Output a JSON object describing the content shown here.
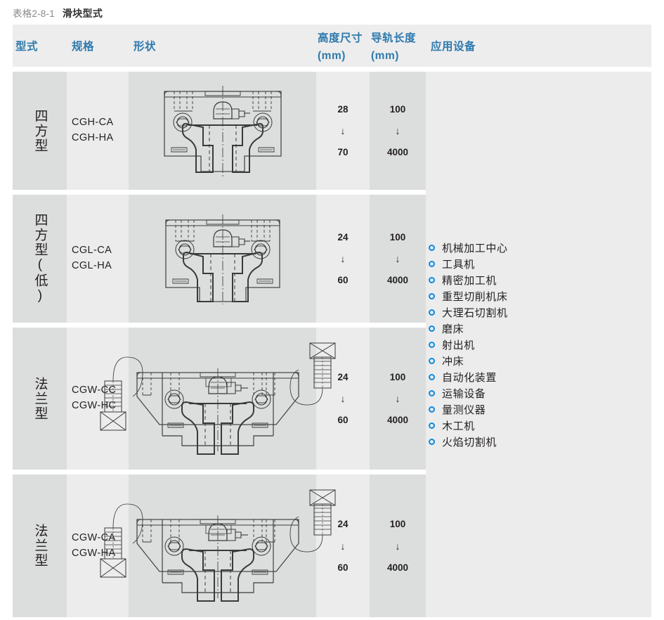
{
  "caption": {
    "number": "表格2-8-1",
    "title": "滑块型式"
  },
  "table": {
    "headers": {
      "type": "型式",
      "spec": "规格",
      "shape": "形状",
      "height": "高度尺寸",
      "height_unit": "(mm)",
      "length": "导轨长度",
      "length_unit": "(mm)",
      "applications": "应用设备"
    },
    "rows": [
      {
        "type": "四方型",
        "spec_line1": "CGH-CA",
        "spec_line2": "CGH-HA",
        "shape": "square-block-drawing",
        "height_min": "28",
        "height_arrow": "↓",
        "height_max": "70",
        "length_min": "100",
        "length_arrow": "↓",
        "length_max": "4000"
      },
      {
        "type": "四方型(低)",
        "spec_line1": "CGL-CA",
        "spec_line2": "CGL-HA",
        "shape": "square-low-block-drawing",
        "height_min": "24",
        "height_arrow": "↓",
        "height_max": "60",
        "length_min": "100",
        "length_arrow": "↓",
        "length_max": "4000"
      },
      {
        "type": "法兰型",
        "spec_line1": "CGW-CC",
        "spec_line2": "CGW-HC",
        "shape": "flange-block-drawing",
        "height_min": "24",
        "height_arrow": "↓",
        "height_max": "60",
        "length_min": "100",
        "length_arrow": "↓",
        "length_max": "4000"
      },
      {
        "type": "法兰型",
        "spec_line1": "CGW-CA",
        "spec_line2": "CGW-HA",
        "shape": "flange-block-drawing",
        "height_min": "24",
        "height_arrow": "↓",
        "height_max": "60",
        "length_min": "100",
        "length_arrow": "↓",
        "length_max": "4000"
      }
    ],
    "applications": [
      "机械加工中心",
      "工具机",
      "精密加工机",
      "重型切削机床",
      "大理石切割机",
      "磨床",
      "射出机",
      "冲床",
      "自动化装置",
      "运输设备",
      "量测仪器",
      "木工机",
      "火焰切割机"
    ]
  },
  "colors": {
    "header_text": "#2d79ad",
    "bullet": "#0b8ae0",
    "band_dark": "#dcdddd",
    "band_light": "#ececec",
    "text": "#231f20",
    "caption_number": "#8a8a8a"
  }
}
